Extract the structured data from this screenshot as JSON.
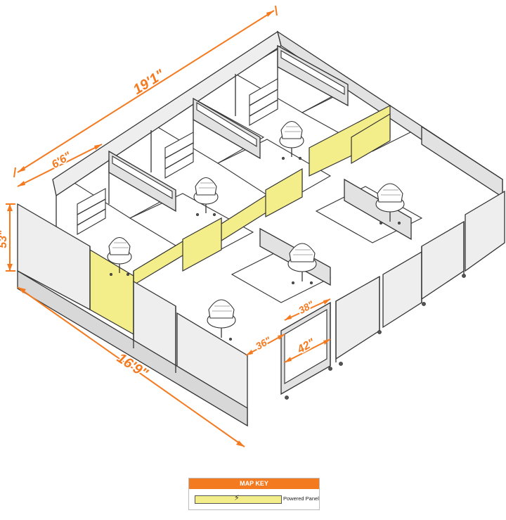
{
  "dimensions": {
    "overall_length": "19'1\"",
    "cubicle_width": "6'6\"",
    "panel_height": "53\"",
    "overall_depth": "16'9\"",
    "opening_36": "36\"",
    "opening_38": "38\"",
    "panel_42": "42\""
  },
  "map_key": {
    "title": "MAP KEY",
    "items": [
      {
        "label": "Powered Panel",
        "color": "#f4ee8a",
        "icon": "lightning-bolt-icon"
      }
    ]
  },
  "colors": {
    "dimension_orange": "#f47a20",
    "powered_yellow": "#f4ee8a",
    "panel_gray": "#eeeeee",
    "outline": "#333333"
  }
}
